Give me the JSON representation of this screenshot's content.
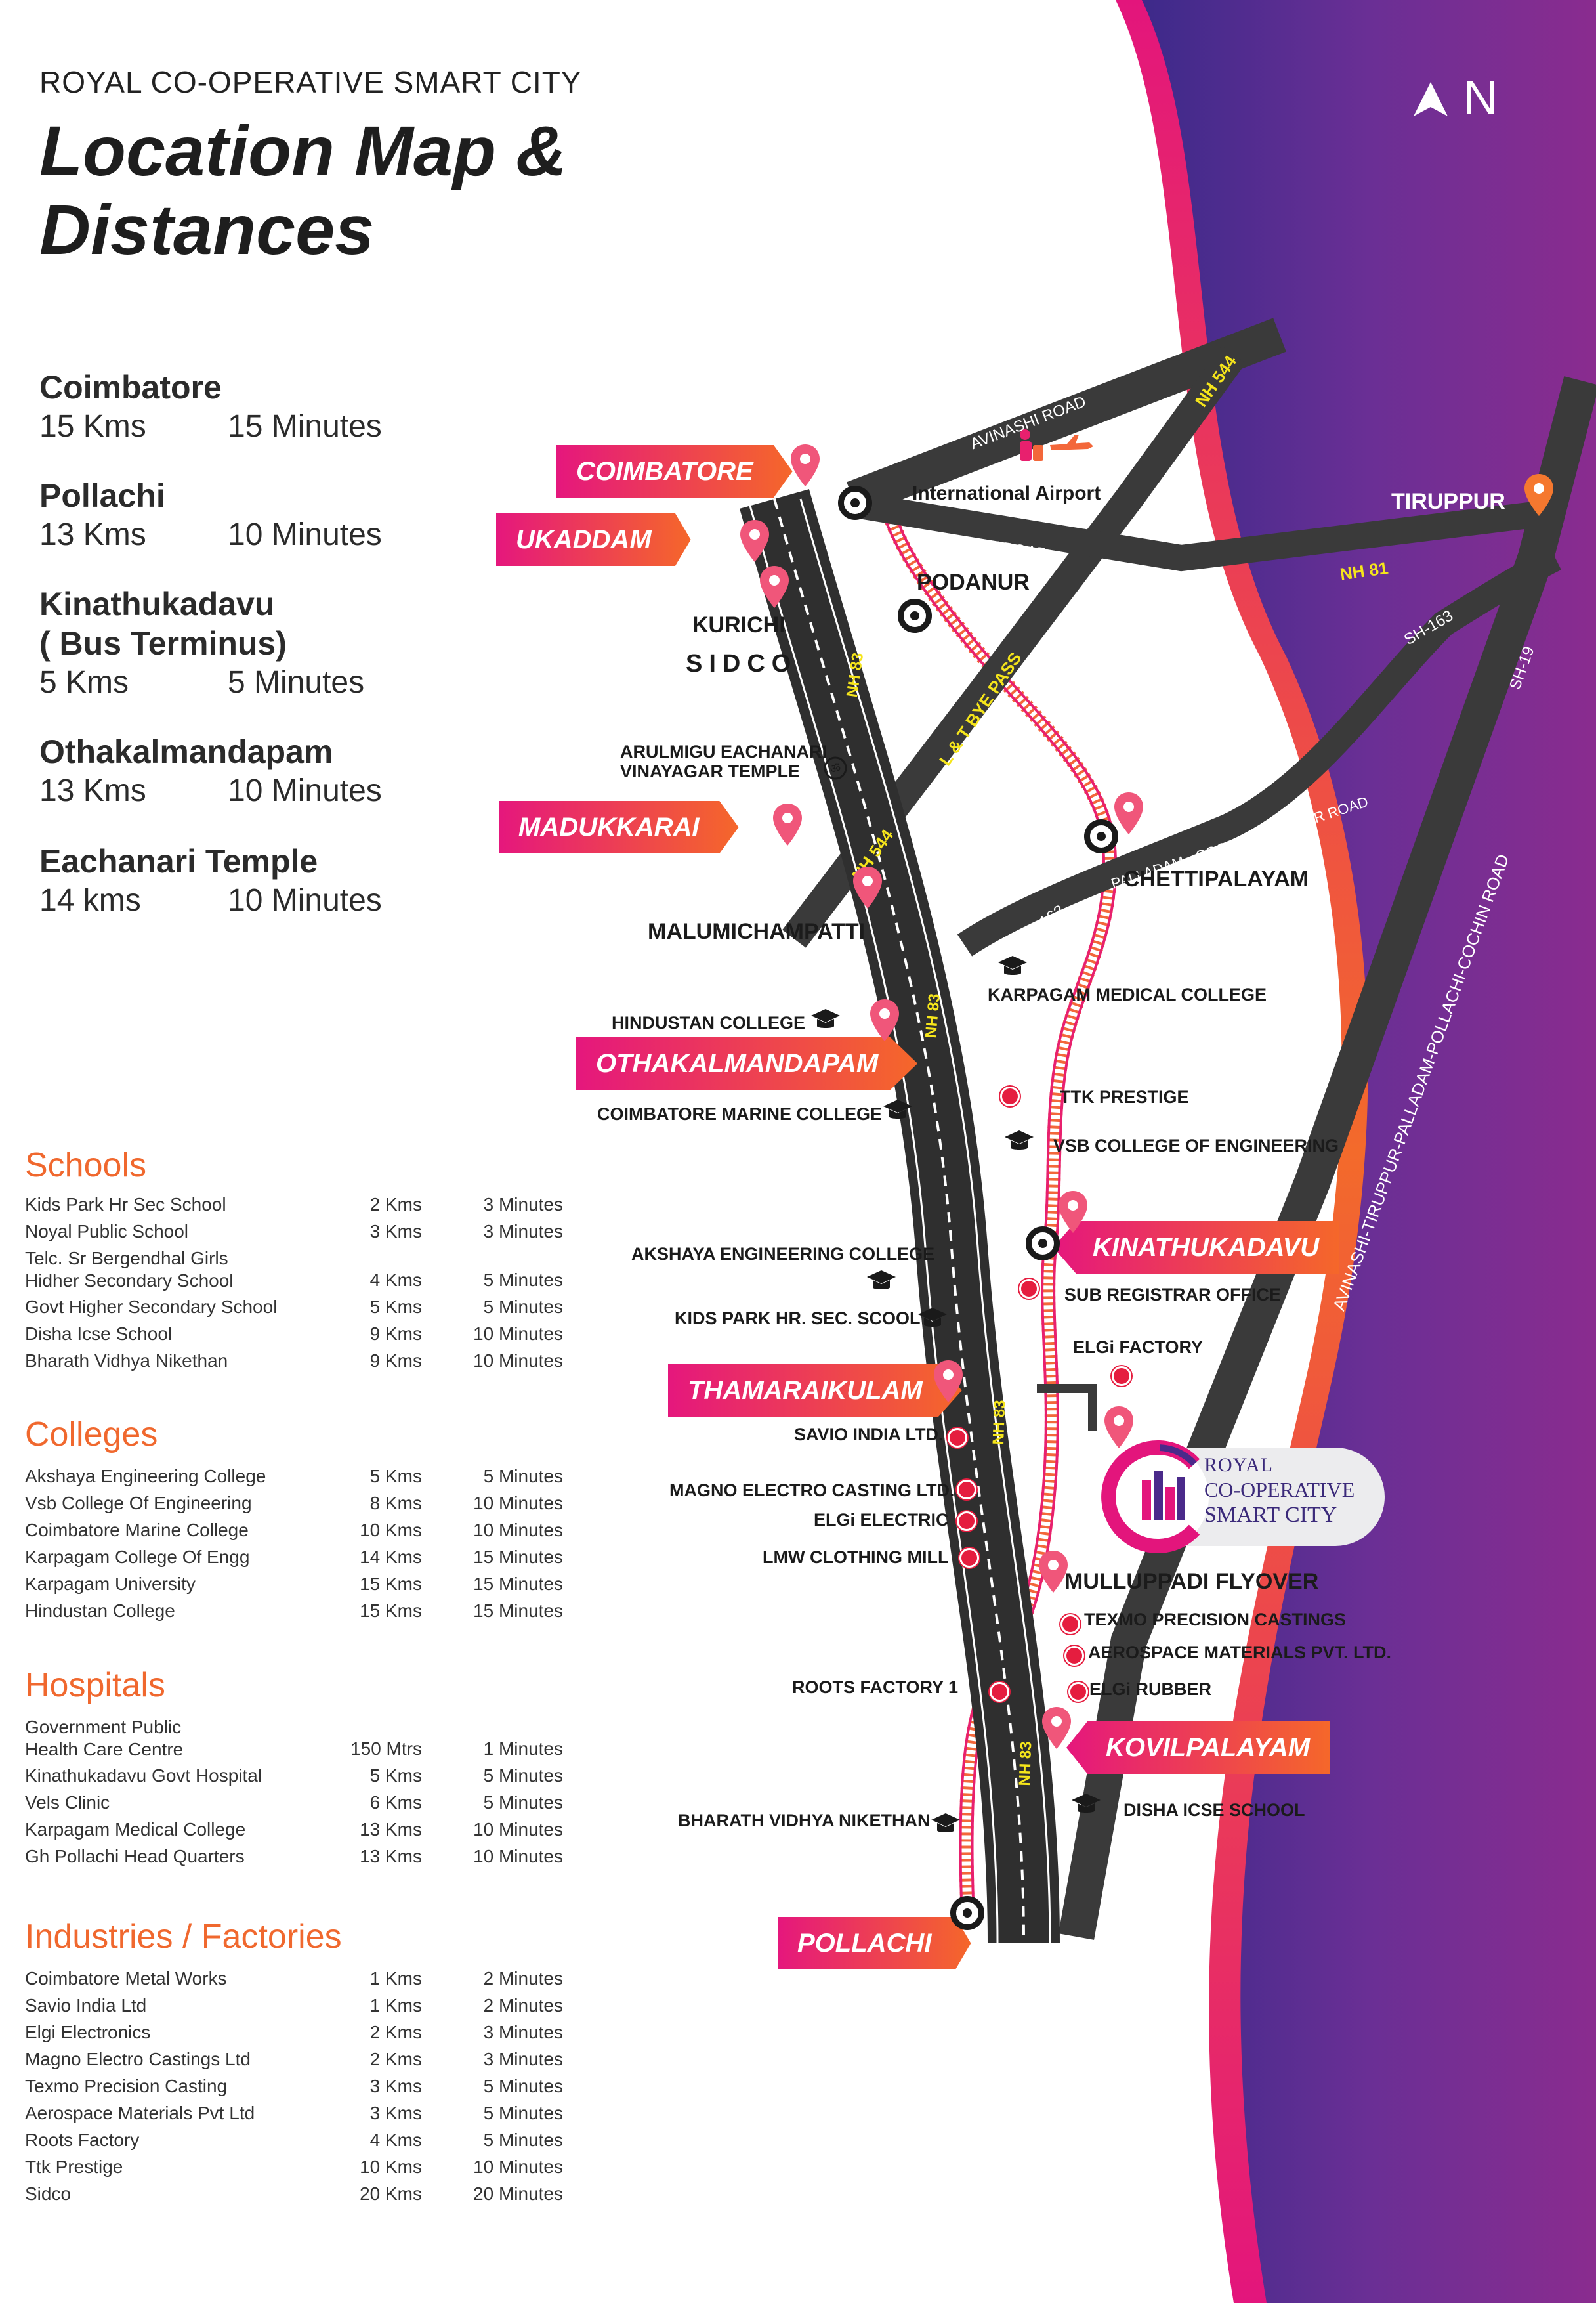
{
  "header": {
    "subtitle": "ROYAL CO-OPERATIVE SMART CITY",
    "title_line1": "Location Map &",
    "title_line2": "Distances",
    "north": "N"
  },
  "distances": [
    {
      "name": "Coimbatore",
      "km": "15 Kms",
      "time": "15 Minutes"
    },
    {
      "name": "Pollachi",
      "km": "13 Kms",
      "time": "10 Minutes"
    },
    {
      "name": "Kinathukadavu",
      "name2": "( Bus Terminus)",
      "km": "5 Kms",
      "time": "5 Minutes"
    },
    {
      "name": "Othakalmandapam",
      "km": "13 Kms",
      "time": "10 Minutes"
    },
    {
      "name": "Eachanari Temple",
      "km": "14 kms",
      "time": "10 Minutes"
    }
  ],
  "schools": {
    "title": "Schools",
    "rows": [
      {
        "name": "Kids Park Hr Sec School",
        "km": "2  Kms",
        "time": "3  Minutes"
      },
      {
        "name": "Noyal Public School",
        "km": "3  Kms",
        "time": "3  Minutes"
      },
      {
        "name": "Telc. Sr Bergendhal Girls",
        "name2": "Hidher Secondary School",
        "km": "4  Kms",
        "time": "5  Minutes"
      },
      {
        "name": "Govt Higher Secondary School",
        "km": "5  Kms",
        "time": "5  Minutes"
      },
      {
        "name": "Disha Icse School",
        "km": "9  Kms",
        "time": "10  Minutes"
      },
      {
        "name": "Bharath Vidhya Nikethan",
        "km": "9  Kms",
        "time": "10  Minutes"
      }
    ]
  },
  "colleges": {
    "title": "Colleges",
    "rows": [
      {
        "name": "Akshaya Engineering College",
        "km": "5  Kms",
        "time": "5  Minutes"
      },
      {
        "name": "Vsb College Of Engineering",
        "km": "8  Kms",
        "time": "10  Minutes"
      },
      {
        "name": "Coimbatore Marine College",
        "km": "10  Kms",
        "time": "10  Minutes"
      },
      {
        "name": "Karpagam College Of Engg",
        "km": "14  Kms",
        "time": "15  Minutes"
      },
      {
        "name": "Karpagam University",
        "km": "15  Kms",
        "time": "15  Minutes"
      },
      {
        "name": "Hindustan College",
        "km": "15  Kms",
        "time": "15  Minutes"
      }
    ]
  },
  "hospitals": {
    "title": "Hospitals",
    "rows": [
      {
        "name": "Government Public",
        "name2": "Health Care Centre",
        "km": "150  Mtrs",
        "time": "1  Minutes"
      },
      {
        "name": "Kinathukadavu Govt Hospital",
        "km": "5  Kms",
        "time": "5  Minutes"
      },
      {
        "name": "Vels Clinic",
        "km": "6  Kms",
        "time": "5  Minutes"
      },
      {
        "name": "Karpagam Medical College",
        "km": "13  Kms",
        "time": "10  Minutes"
      },
      {
        "name": "Gh Pollachi Head Quarters",
        "km": "13  Kms",
        "time": "10  Minutes"
      }
    ]
  },
  "industries": {
    "title": "Industries / Factories",
    "rows": [
      {
        "name": "Coimbatore Metal Works",
        "km": "1  Kms",
        "time": "2 Minutes"
      },
      {
        "name": "Savio India Ltd",
        "km": "1  Kms",
        "time": "2  Minutes"
      },
      {
        "name": "Elgi Electronics",
        "km": "2  Kms",
        "time": "3  Minutes"
      },
      {
        "name": "Magno Electro Castings Ltd",
        "km": "2  Kms",
        "time": "3  Minutes"
      },
      {
        "name": "Texmo Precision Casting",
        "km": "3  Kms",
        "time": "5  Minutes"
      },
      {
        "name": "Aerospace Materials Pvt Ltd",
        "km": "3  Kms",
        "time": "5  Minutes"
      },
      {
        "name": "Roots Factory",
        "km": "4  Kms",
        "time": "5  Minutes"
      },
      {
        "name": "Ttk Prestige",
        "km": "10  Kms",
        "time": "10  Minutes"
      },
      {
        "name": "Sidco",
        "km": "20  Kms",
        "time": "20  Minutes"
      }
    ]
  },
  "map": {
    "tags": {
      "coimbatore": "COIMBATORE",
      "ukaddam": "UKADDAM",
      "madukkarai": "MADUKKARAI",
      "othakalmandapam": "OTHAKALMANDAPAM",
      "kinathukadavu": "KINATHUKADAVU",
      "thamaraikulam": "THAMARAIKULAM",
      "kovilpalayam": "KOVILPALAYAM",
      "pollachi": "POLLACHI"
    },
    "places": {
      "airport": "International Airport",
      "podanur": "PODANUR",
      "kurichi": "KURICHI",
      "sidco": "SIDCO",
      "eachanari1": "ARULMIGU EACHANARI",
      "eachanari2": "VINAYAGAR TEMPLE",
      "chettipalayam": "CHETTIPALAYAM",
      "malumichampatti": "MALUMICHAMPATTI",
      "tiruppur": "TIRUPPUR",
      "karpagam": "KARPAGAM MEDICAL COLLEGE",
      "hindustan": "HINDUSTAN COLLEGE",
      "marine": "COIMBATORE MARINE COLLEGE",
      "ttk": "TTK  PRESTIGE",
      "vsb": "VSB COLLEGE OF ENGINEERING",
      "akshaya": "AKSHAYA ENGINEERING COLLEGE",
      "subreg": "SUB REGISTRAR OFFICE",
      "kidspark": "KIDS PARK HR. SEC. SCOOL",
      "elgifactory": "ELGi FACTORY",
      "savio": "SAVIO INDIA LTD.",
      "magno": "MAGNO ELECTRO CASTING LTD.",
      "elgielectric": "ELGi ELECTRIC",
      "lmw": "LMW CLOTHING MILL",
      "mulluppadi": "MULLUPPADI FLYOVER",
      "texmo": "TEXMO PRECISION CASTINGS",
      "aerospace": "AEROSPACE MATERIALS PVT. LTD.",
      "roots": "ROOTS  FACTORY 1",
      "elgirubber": "ELGi RUBBER",
      "bharath": "BHARATH VIDHYA NIKETHAN",
      "disha": "DISHA ICSE SCHOOL"
    },
    "roads": {
      "avinashi": "AVINASHI ROAD",
      "trichy": "TRICHY  ROAD",
      "nh544a": "NH 544",
      "nh544b": "NH 544",
      "nh81": "NH 81",
      "sh163a": "SH-163",
      "sh163b": "SH-163",
      "sh19": "SH-19",
      "lt": "L & T  BYE PASS",
      "palladam": "PALLADAM - COCHIN FRONTIER ROAD",
      "avinashi_long": "AVINASHI-TIRUPPUR-PALLADAM-POLLACHI-COCHIN ROAD",
      "nh83a": "NH 83",
      "nh83b": "NH 83",
      "nh83c": "NH 83",
      "nh83d": "NH 83"
    },
    "logo": {
      "line1": "ROYAL",
      "line2": "CO-OPERATIVE",
      "line3": "SMART CITY"
    }
  }
}
